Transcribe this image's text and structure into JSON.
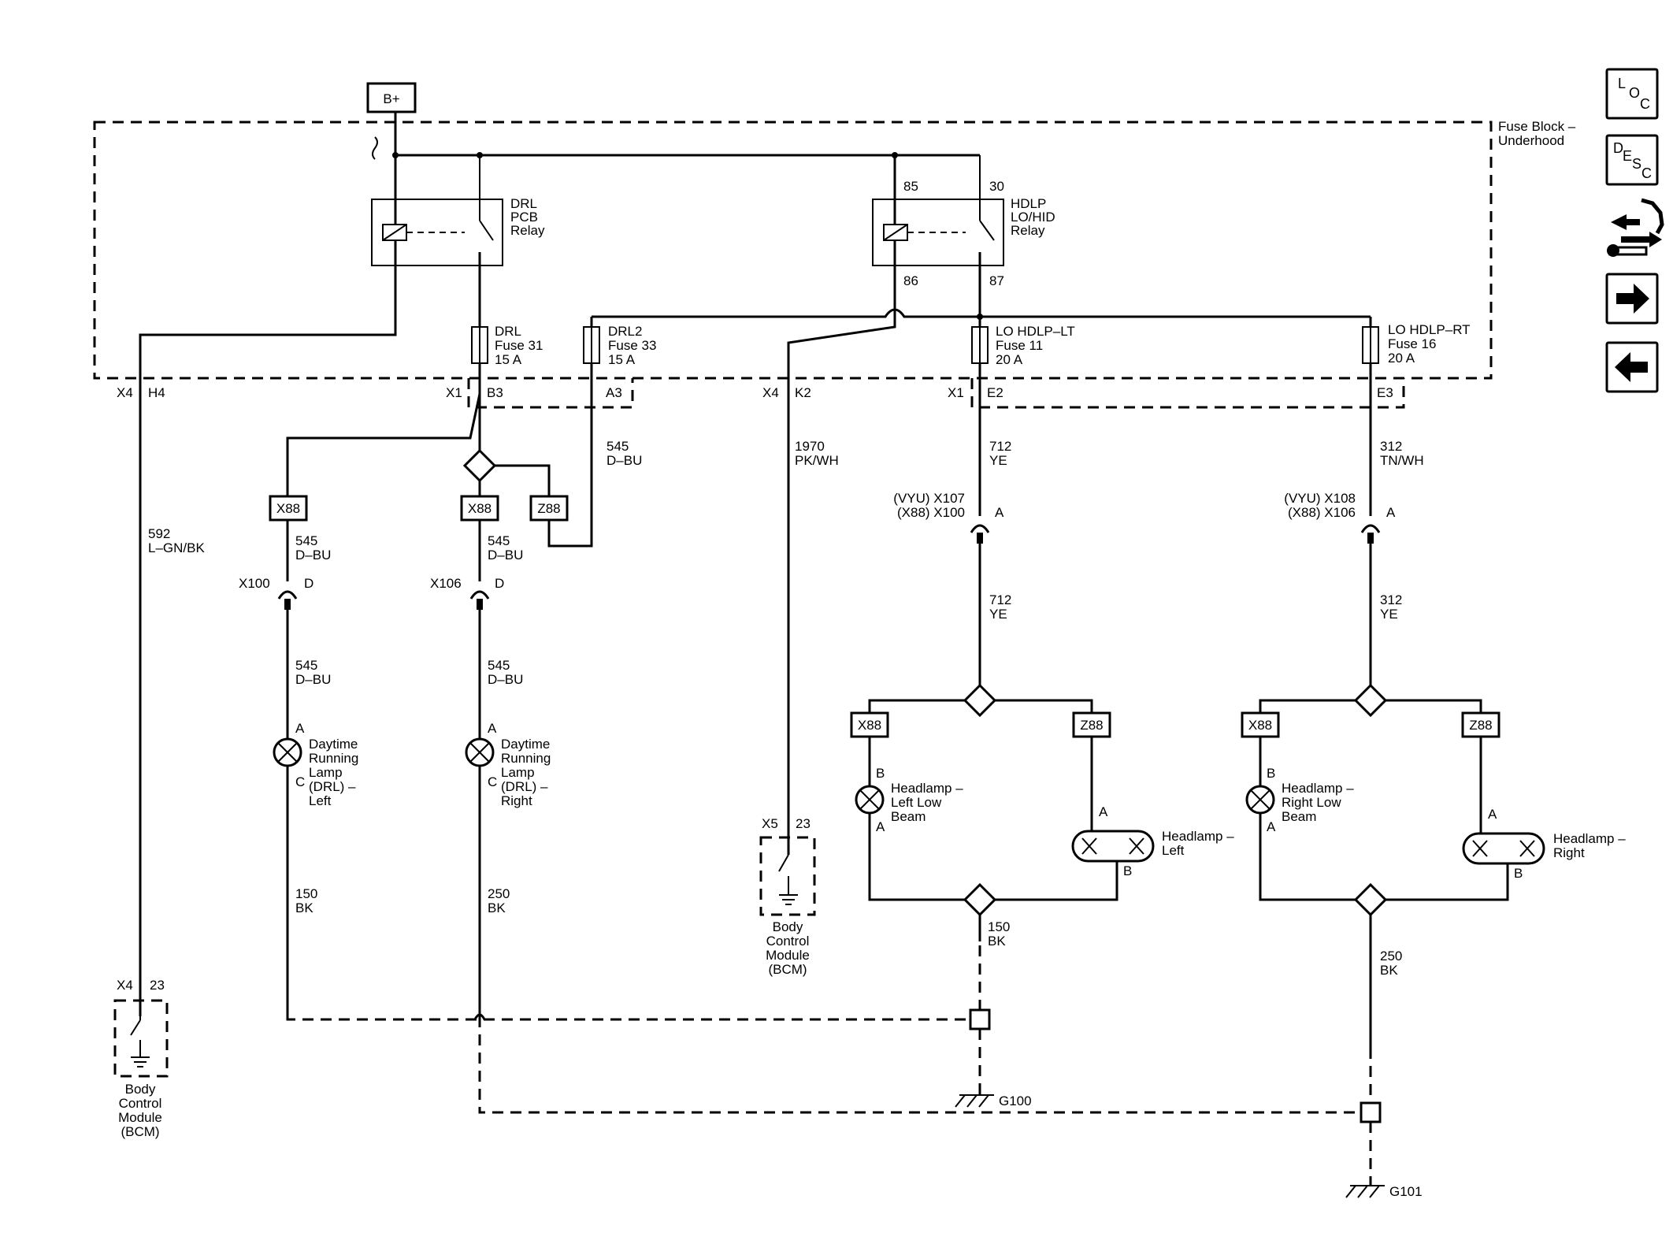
{
  "power": {
    "source": "B+"
  },
  "fuse_block": {
    "name_line1": "Fuse Block –",
    "name_line2": "Underhood"
  },
  "relays": {
    "drl": {
      "line1": "DRL",
      "line2": "PCB",
      "line3": "Relay"
    },
    "hdlp": {
      "line1": "HDLP",
      "line2": "LO/HID",
      "line3": "Relay",
      "pin85": "85",
      "pin30": "30",
      "pin86": "86",
      "pin87": "87"
    }
  },
  "fuses": {
    "drl": {
      "name": "DRL",
      "num": "Fuse 31",
      "rating": "15 A"
    },
    "drl2": {
      "name": "DRL2",
      "num": "Fuse 33",
      "rating": "15 A"
    },
    "lo_lt": {
      "name": "LO HDLP–LT",
      "num": "Fuse 11",
      "rating": "20 A"
    },
    "lo_rt": {
      "name": "LO HDLP–RT",
      "num": "Fuse 16",
      "rating": "20 A"
    }
  },
  "pins": {
    "x4h4_conn": "X4",
    "x4h4_pin": "H4",
    "x1b3_conn": "X1",
    "x1b3_pin": "B3",
    "a3_pin": "A3",
    "x4k2_conn": "X4",
    "x4k2_pin": "K2",
    "x1e2_conn": "X1",
    "x1e2_pin": "E2",
    "e3_pin": "E3"
  },
  "wires": {
    "w592_num": "592",
    "w592_color": "L–GN/BK",
    "w545a_num": "545",
    "w545a_color": "D–BU",
    "w545b_num": "545",
    "w545b_color": "D–BU",
    "w545c_num": "545",
    "w545c_color": "D–BU",
    "w545d_num": "545",
    "w545d_color": "D–BU",
    "w545e_num": "545",
    "w545e_color": "D–BU",
    "w1970_num": "1970",
    "w1970_color": "PK/WH",
    "w712a_num": "712",
    "w712a_color": "YE",
    "w712b_num": "712",
    "w712b_color": "YE",
    "w312a_num": "312",
    "w312a_color": "TN/WH",
    "w312b_num": "312",
    "w312b_color": "YE",
    "w150a_num": "150",
    "w150a_color": "BK",
    "w250a_num": "250",
    "w250a_color": "BK",
    "w150b_num": "150",
    "w150b_color": "BK",
    "w250b_num": "250",
    "w250b_color": "BK"
  },
  "options": {
    "x88": "X88",
    "z88": "Z88"
  },
  "connectors": {
    "x100_name": "X100",
    "x100_pin": "D",
    "x106_name": "X106",
    "x106_pin": "D",
    "x107_line1": "(VYU) X107",
    "x107_line2": "(X88) X100",
    "x107_pin": "A",
    "x108_line1": "(VYU) X108",
    "x108_line2": "(X88) X106",
    "x108_pin": "A"
  },
  "lamps": {
    "drl_left": {
      "pin_a": "A",
      "pin_c": "C",
      "line1": "Daytime",
      "line2": "Running",
      "line3": "Lamp",
      "line4": "(DRL) –",
      "line5": "Left"
    },
    "drl_right": {
      "pin_a": "A",
      "pin_c": "C",
      "line1": "Daytime",
      "line2": "Running",
      "line3": "Lamp",
      "line4": "(DRL) –",
      "line5": "Right"
    },
    "lo_left": {
      "pin_b": "B",
      "pin_a": "A",
      "line1": "Headlamp –",
      "line2": "Left Low",
      "line3": "Beam"
    },
    "lo_right": {
      "pin_b": "B",
      "pin_a": "A",
      "line1": "Headlamp –",
      "line2": "Right Low",
      "line3": "Beam"
    },
    "hid_left": {
      "pin_a": "A",
      "pin_b": "B",
      "line1": "Headlamp –",
      "line2": "Left"
    },
    "hid_right": {
      "pin_a": "A",
      "pin_b": "B",
      "line1": "Headlamp –",
      "line2": "Right"
    }
  },
  "modules": {
    "bcm_left": {
      "conn": "X4",
      "pin": "23",
      "line1": "Body",
      "line2": "Control",
      "line3": "Module",
      "line4": "(BCM)"
    },
    "bcm_mid": {
      "conn": "X5",
      "pin": "23",
      "line1": "Body",
      "line2": "Control",
      "line3": "Module",
      "line4": "(BCM)"
    }
  },
  "grounds": {
    "g100": "G100",
    "g101": "G101"
  },
  "nav": {
    "loc": {
      "big": "L",
      "small1": "O",
      "small2": "C"
    },
    "desc": {
      "big": "D",
      "small1": "E",
      "small2": "S",
      "small3": "C"
    },
    "connector_icon": "connector-wrench-icon",
    "next_icon": "arrow-right-icon",
    "prev_icon": "arrow-left-icon"
  }
}
